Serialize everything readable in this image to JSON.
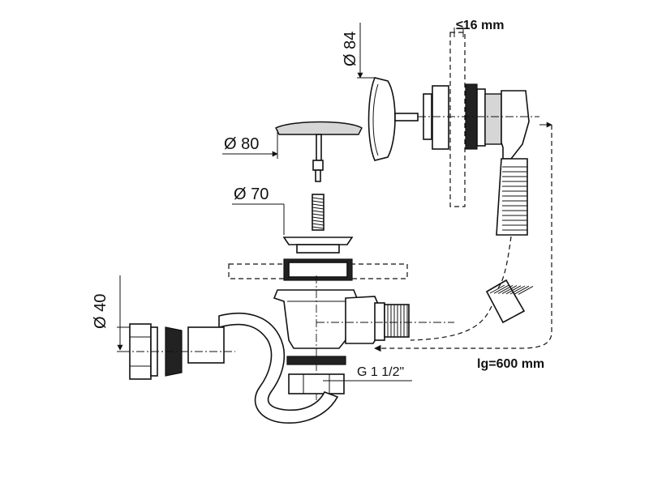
{
  "labels": {
    "d84": "Ø 84",
    "d80": "Ø 80",
    "d70": "Ø 70",
    "d40": "Ø 40",
    "wall": "≤16 mm",
    "thread": "G 1 1/2\"",
    "length": "lg=600 mm"
  },
  "colors": {
    "line": "#111111",
    "fill": "#ffffff",
    "rubber": "#222222",
    "shade": "#d6d6d6"
  }
}
